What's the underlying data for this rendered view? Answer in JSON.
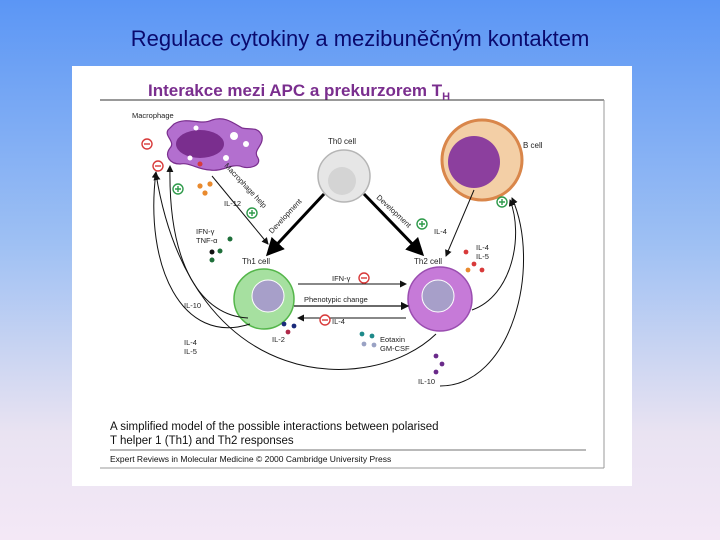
{
  "slide": {
    "title": "Regulace cytokiny a mezibuněčným kontaktem"
  },
  "figure": {
    "heading": "Interakce mezi APC a prekurzorem T",
    "heading_subscript": "H",
    "cells": {
      "macrophage": "Macrophage",
      "th0": "Th0 cell",
      "b_cell": "B cell",
      "th1": "Th1 cell",
      "th2": "Th2 cell"
    },
    "arrows": {
      "macrophage_help": "Macrophage help",
      "development_left": "Development",
      "development_right": "Development",
      "phenotypic_change": "Phenotypic change"
    },
    "cytokines": {
      "il12": "IL-12",
      "ifn_g": "IFN-γ",
      "tnf_a": "TNF-α",
      "il4_top": "IL-4",
      "il4_right": "IL-4",
      "il5_right": "IL-5",
      "ifn_g_center": "IFN-γ",
      "il4_center": "IL-4",
      "il10_left": "IL-10",
      "il2": "IL-2",
      "il4_left": "IL-4",
      "il5_left": "IL-5",
      "eotaxin": "Eotaxin",
      "gmcsf": "GM-CSF",
      "il10_bottom": "IL-10"
    },
    "caption_line1": "A simplified model of the possible interactions between polarised",
    "caption_line2": "T helper 1 (Th1) and Th2 responses",
    "credit": "Expert Reviews in Molecular Medicine © 2000 Cambridge University Press",
    "colors": {
      "macrophage": "#b36fcf",
      "macrophage_nucleus": "#7a2e8e",
      "th0": "#e6e6e6",
      "b_cell_outer": "#f3cfa6",
      "b_cell_ring": "#d9864a",
      "b_cell_nucleus": "#8c3f9e",
      "th1": "#a6e0a0",
      "th2": "#c67ad8",
      "nucleus_th": "#a79fc9",
      "positive": "#2e9a4a",
      "negative": "#d83a3a"
    }
  }
}
